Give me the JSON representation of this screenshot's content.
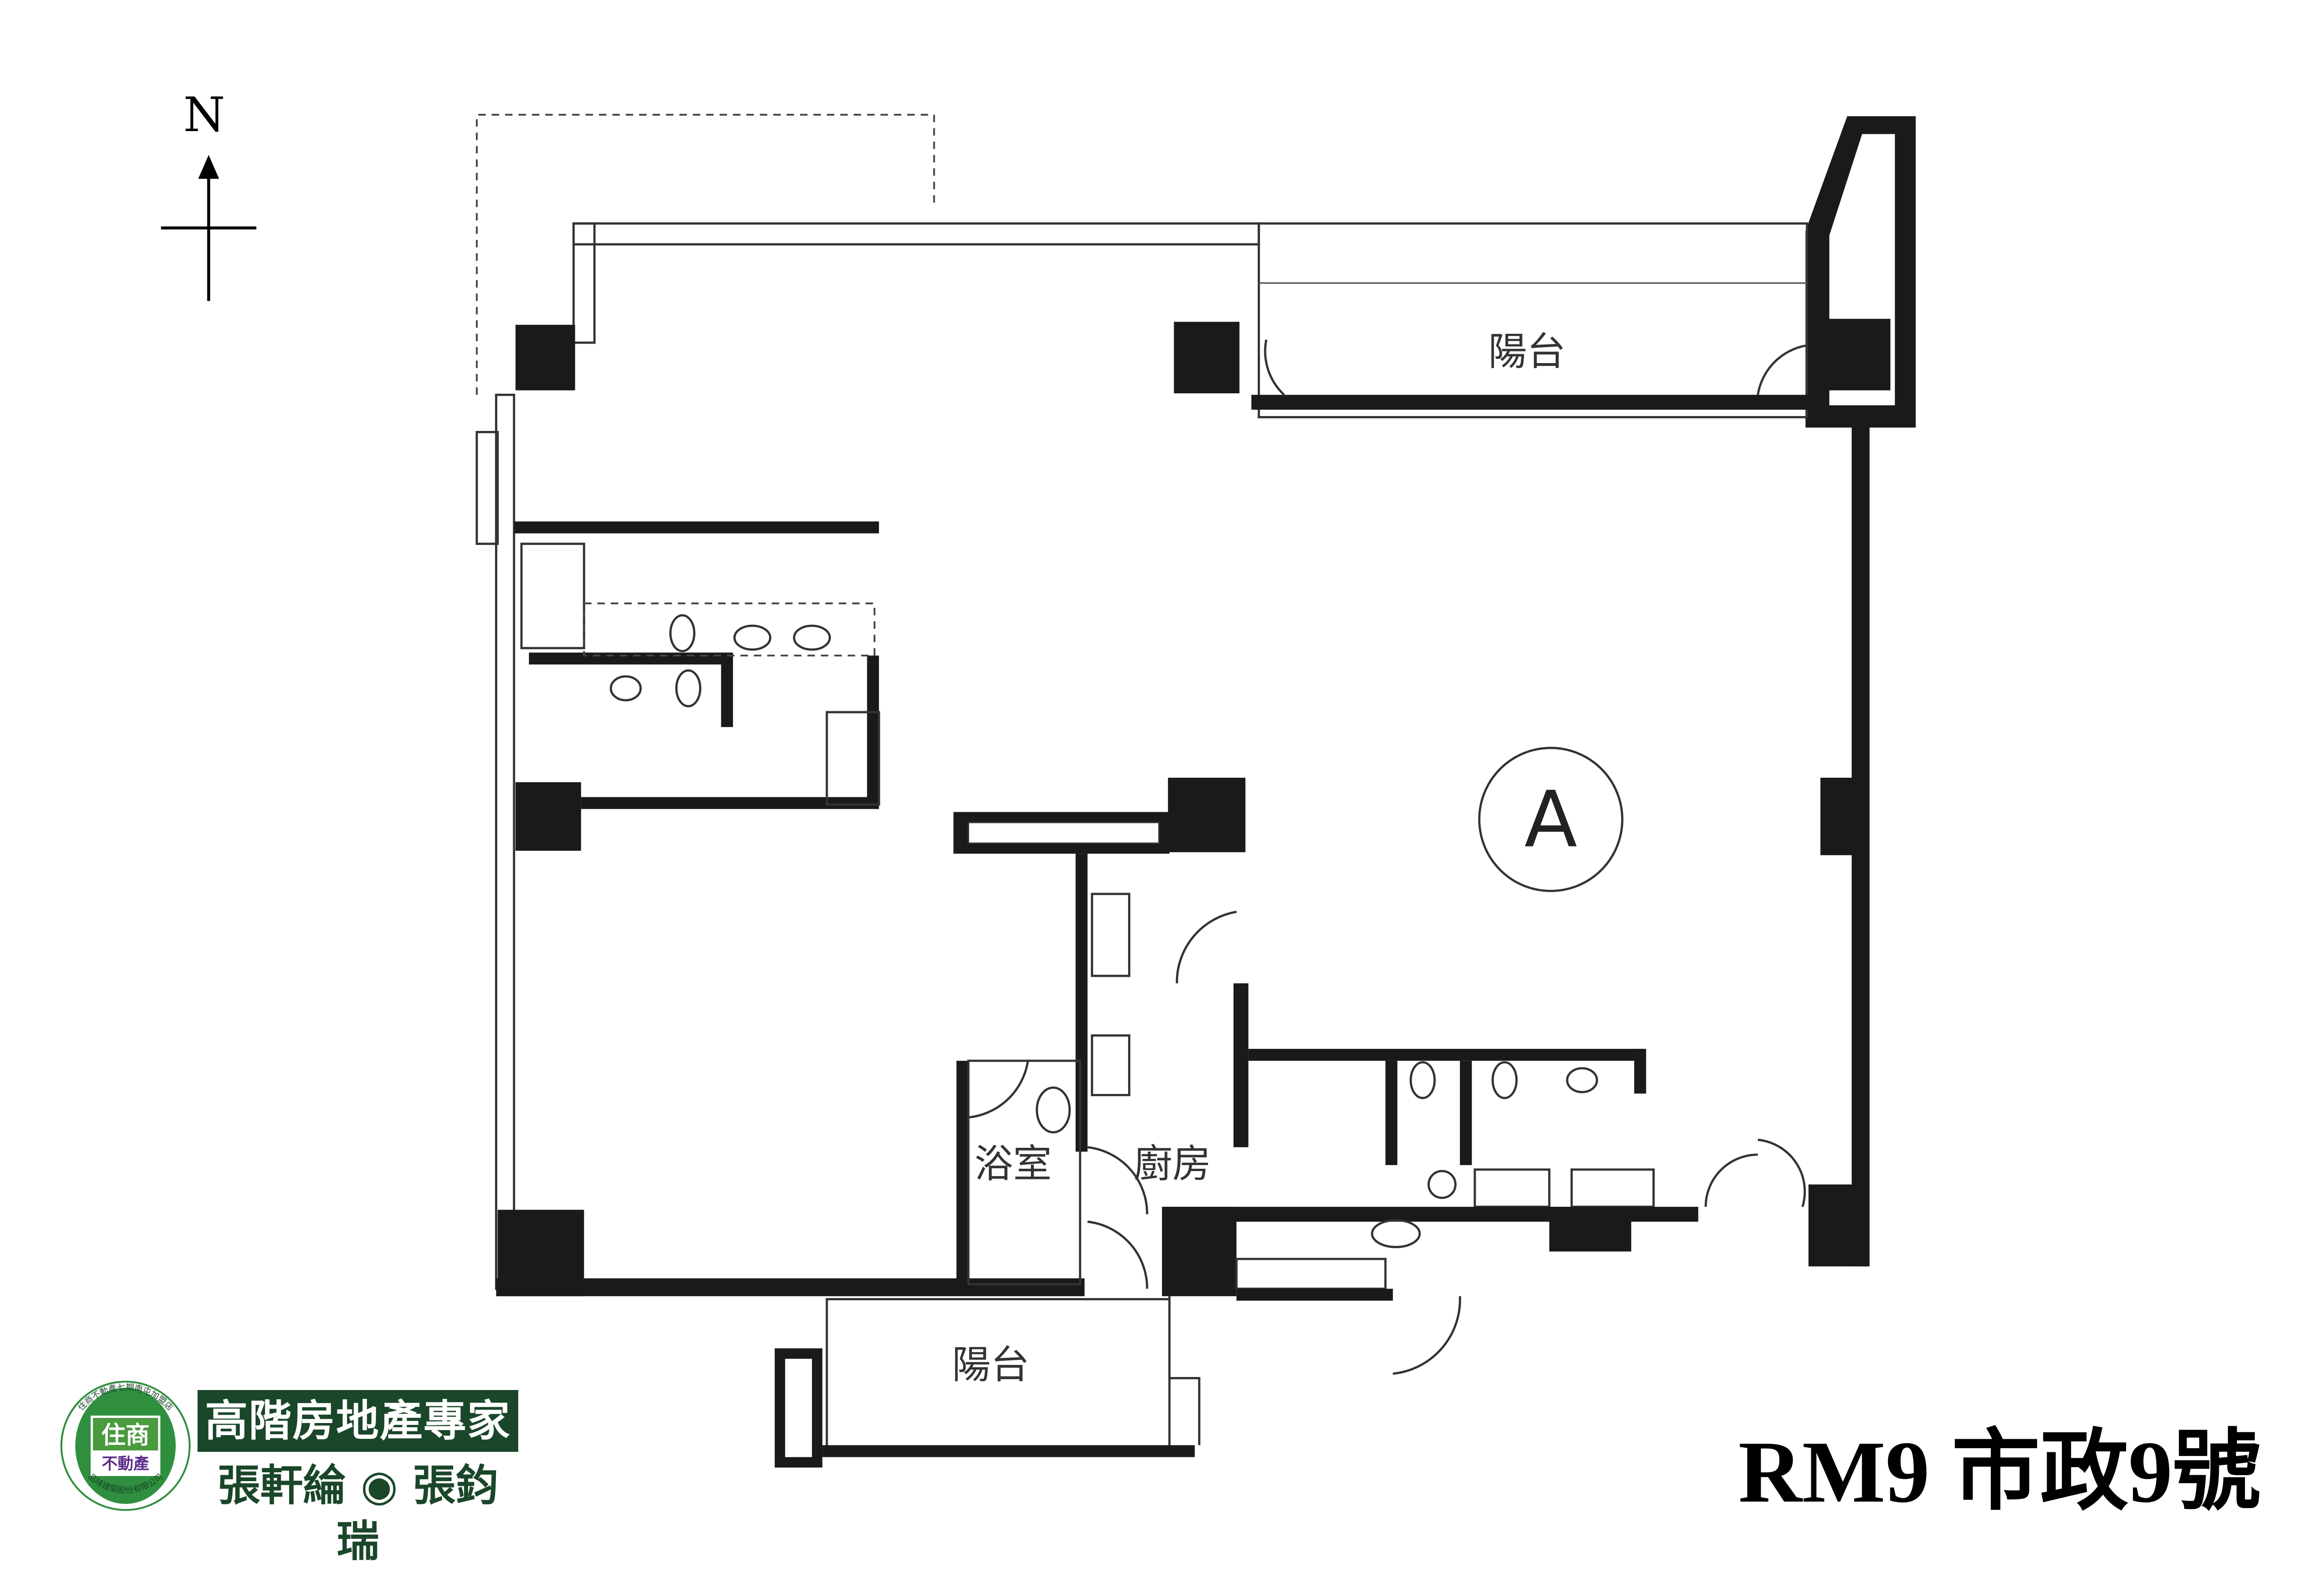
{
  "compass": {
    "label": "N"
  },
  "rooms": {
    "balcony_north": "陽台",
    "balcony_south": "陽台",
    "bathroom": "浴室",
    "kitchen": "廚房",
    "unit": "A"
  },
  "branding": {
    "seal_top_text": "住商不動產七期南屯加盟店",
    "seal_bottom_text": "品味建築股份有限公司",
    "seal_brand": "住商",
    "seal_sub": "不動產",
    "tagline": "高階房地產專家",
    "agents": "張軒綸 ◉ 張鈞瑞"
  },
  "title": "RM9 市政9號",
  "colors": {
    "brand_green": "#1a4629",
    "seal_green": "#2f8f3e",
    "seal_purple": "#5a2a8a"
  }
}
